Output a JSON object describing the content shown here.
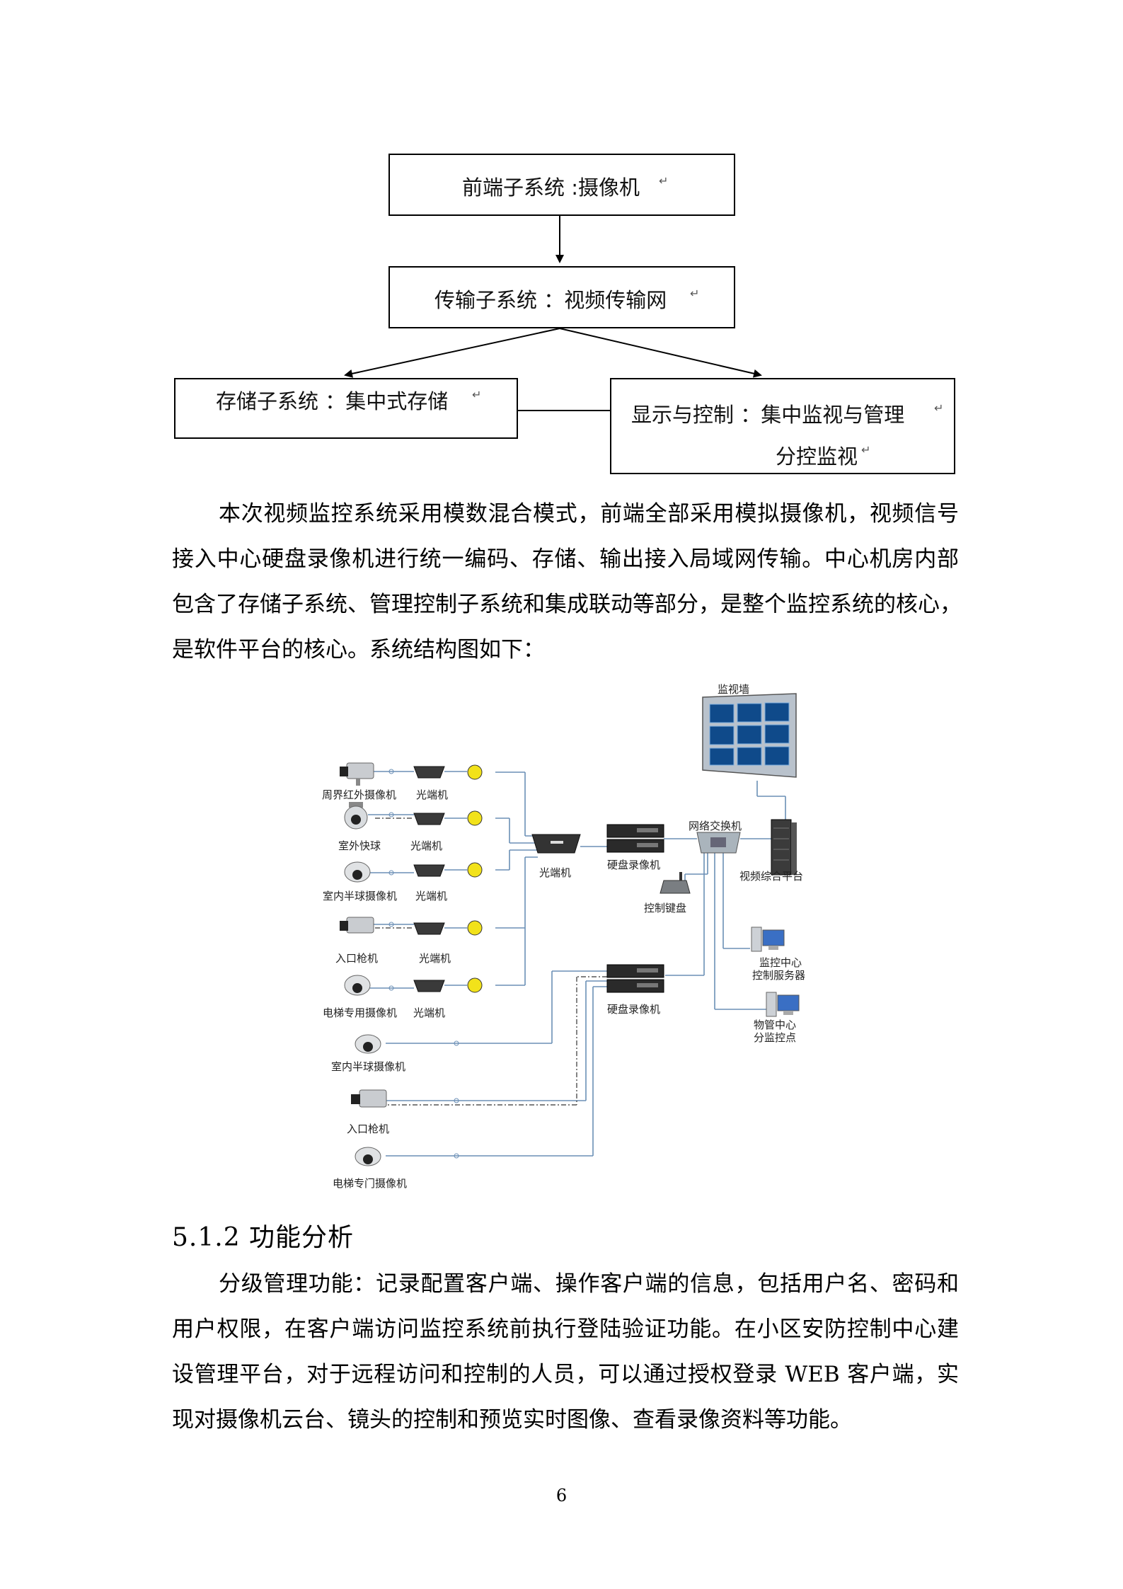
{
  "flowchart": {
    "front_end": "前端子系统 :摄像机",
    "transmission": "传输子系统 ：视频传输网",
    "storage": "存储子系统 ：集中式存储",
    "display_line1": "显示与控制 ：集中监视与管理",
    "display_line2": "分控监视",
    "return_mark": "↵"
  },
  "paragraph1": {
    "lines": [
      "本次视频监控系统采用模数混合模式，前端全部采用模拟摄像机，视频信号",
      "接入中心硬盘录像机进行统一编码、存储、输出接入局域网传输。中心机房内部",
      "包含了存储子系统、管理控制子系统和集成联动等部分，是整个监控系统的核心，",
      "是软件平台的核心。系统结构图如下："
    ]
  },
  "diagram": {
    "labels": {
      "wall": "监视墙",
      "cam1": "周界红外摄像机",
      "oc1": "光端机",
      "cam2": "室外快球",
      "oc2": "光端机",
      "cam3": "室内半球摄像机",
      "oc3": "光端机",
      "cam4": "入口枪机",
      "oc4": "光端机",
      "cam5": "电梯专用摄像机",
      "oc5": "光端机",
      "oc_main": "光端机",
      "dvr1": "硬盘录像机",
      "switch": "网络交换机",
      "platform": "视频综合平台",
      "keyboard": "控制键盘",
      "server": "监控中心\n控制服务器",
      "dvr2": "硬盘录像机",
      "branch": "物管中心\n分监控点",
      "cam6": "室内半球摄像机",
      "cam7": "入口枪机",
      "cam8": "电梯专门摄像机"
    }
  },
  "section_heading": "5.1.2 功能分析",
  "paragraph2": {
    "lines": [
      "分级管理功能：记录配置客户端、操作客户端的信息，包括用户名、密码和",
      "用户权限，在客户端访问监控系统前执行登陆验证功能。在小区安防控制中心建",
      "设管理平台，对于远程访问和控制的人员，可以通过授权登录 WEB 客户端，实",
      "现对摄像机云台、镜头的控制和预览实时图像、查看录像资料等功能。"
    ]
  },
  "page_number": "6"
}
